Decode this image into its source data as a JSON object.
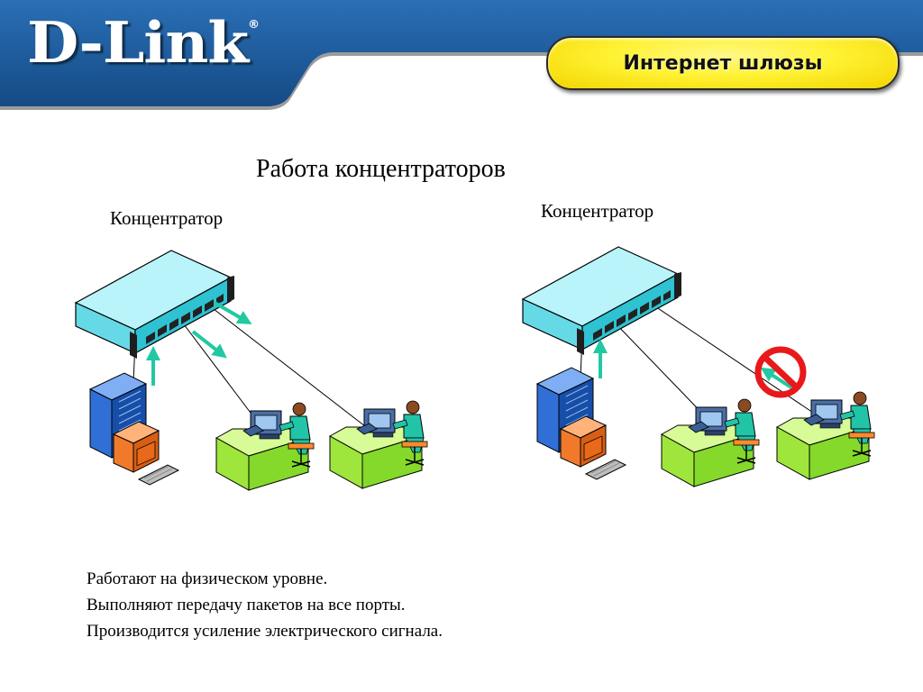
{
  "brand": {
    "logo_text": "D-Link",
    "registered_mark": "®"
  },
  "header": {
    "section_badge": "Интернет шлюзы"
  },
  "slide": {
    "title": "Работа концентраторов"
  },
  "diagram": {
    "left_panel": {
      "hub_label": "Концентратор"
    },
    "right_panel": {
      "hub_label": "Концентратор"
    }
  },
  "notes": [
    "Работают на физическом уровне.",
    "Выполняют передачу пакетов на все порты.",
    "Производится усиление электрического сигнала."
  ],
  "colors": {
    "header_blue": "#1f5d9e",
    "badge_yellow": "#fff233",
    "hub_cyan": "#7fe6f0",
    "desk_green": "#a6f05a",
    "arrow_teal": "#21c9a2",
    "prohibit_red": "#e8191b"
  }
}
